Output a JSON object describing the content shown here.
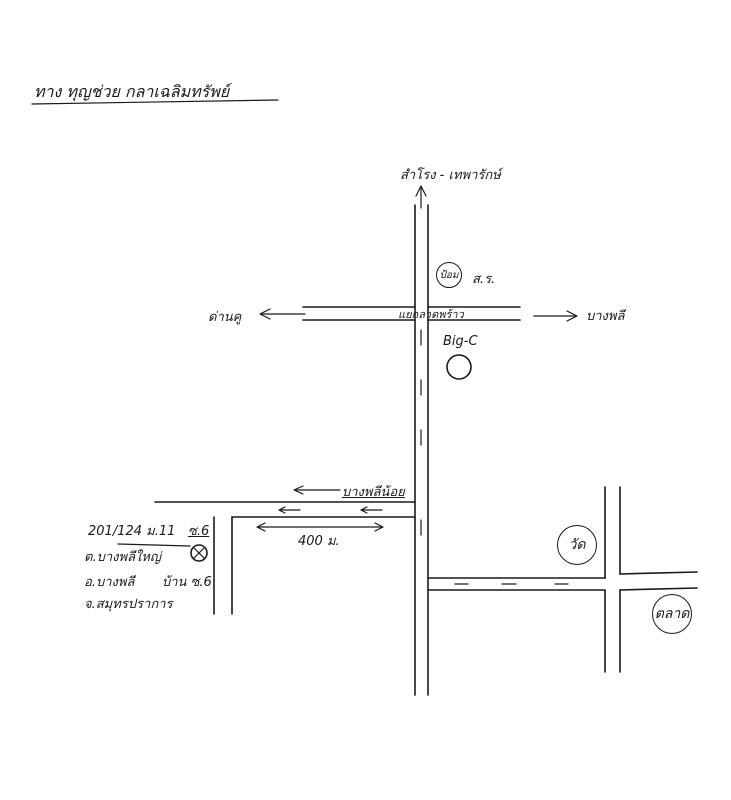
{
  "header": {
    "title": "ทาง ทุญช่วย กลาเฉลิมทรัพย์"
  },
  "labels": {
    "north": "สำโรง - เทพารักษ์",
    "west": "ด่านคู",
    "east": "บางพลี",
    "cross_road": "แยกลาดพร้าว",
    "bigc": "Big-C",
    "police": "ส.ร.",
    "police_circle": "ป้อม",
    "side_road": "บางพลีน้อย",
    "distance": "400 ม.",
    "temple": "วัด",
    "market": "ตลาด",
    "address_line1": "201/124 ม.11",
    "address_soi": "ซ.6",
    "address_line2": "ต.บางพลีใหญ่",
    "address_line3": "อ.บางพลี",
    "address_line3b": "บ้าน ซ.6",
    "address_line4": "จ.สมุทรปราการ"
  },
  "icons": {
    "house_marker": "x-in-circle-icon",
    "arrow": "arrow-icon"
  }
}
